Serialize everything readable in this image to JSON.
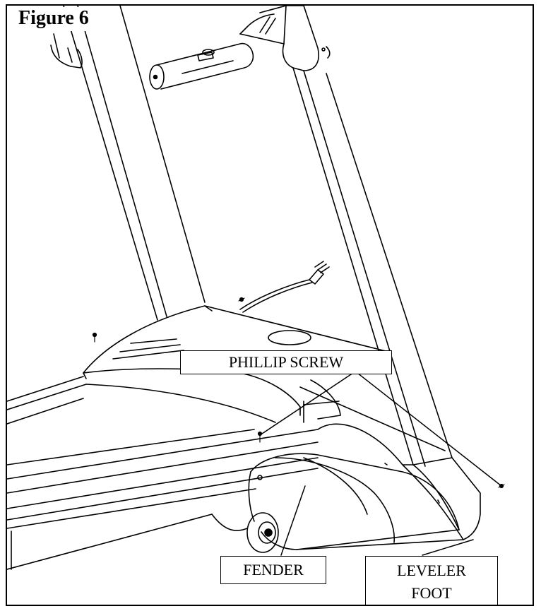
{
  "figure": {
    "title": "Figure 6"
  },
  "labels": {
    "phillip_screw": "PHILLIP SCREW",
    "fender": "FENDER",
    "leveler_line1": "LEVELER",
    "leveler_line2": "FOOT"
  },
  "colors": {
    "line": "#000000",
    "background": "#ffffff"
  }
}
